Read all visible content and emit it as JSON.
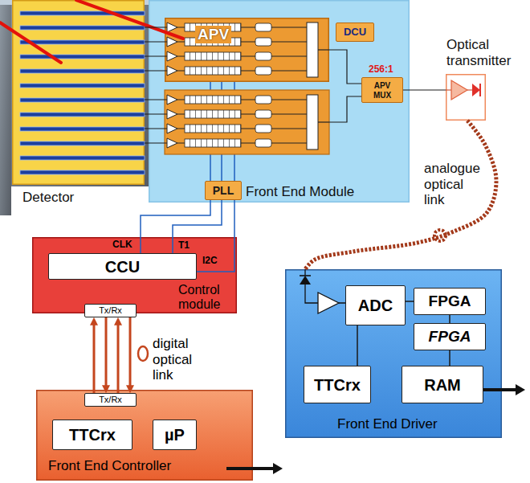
{
  "diagram": {
    "nodes": [
      {
        "text": [
          "Detector"
        ]
      },
      {
        "text": [
          "Front End Module"
        ]
      },
      {
        "text": [
          "APV"
        ],
        "in": 1
      },
      {
        "text": [
          "DCU"
        ],
        "in": 1
      },
      {
        "text": [
          "256:1",
          "APV MUX"
        ],
        "in": 1
      },
      {
        "text": [
          "PLL"
        ],
        "in": 1
      },
      {
        "text": [
          "Optical transmitter"
        ]
      },
      {
        "text": [
          "Control module"
        ]
      },
      {
        "text": [
          "CCU"
        ],
        "in": 7
      },
      {
        "text": [
          "Tx/Rx"
        ],
        "in": 7
      },
      {
        "text": [
          "Front End Driver"
        ]
      },
      {
        "text": [
          "ADC"
        ],
        "in": 10
      },
      {
        "text": [
          "FPGA"
        ],
        "in": 10
      },
      {
        "text": [
          "FPGA"
        ],
        "in": 10
      },
      {
        "text": [
          "TTCrx"
        ],
        "in": 10
      },
      {
        "text": [
          "RAM"
        ],
        "in": 10
      },
      {
        "text": [
          "Front End Controller"
        ]
      },
      {
        "text": [
          "Tx/Rx"
        ],
        "in": 16
      },
      {
        "text": [
          "TTCrx"
        ],
        "in": 16
      },
      {
        "text": [
          "µP"
        ],
        "in": 16
      }
    ],
    "edges": [
      {
        "from": 0,
        "to": 2,
        "arrow": "none"
      },
      {
        "from": 0,
        "to": 2,
        "arrow": "none"
      },
      {
        "from": 0,
        "to": 2,
        "arrow": "none"
      },
      {
        "from": 0,
        "to": 2,
        "arrow": "none"
      },
      {
        "from": 2,
        "to": 4,
        "arrow": "none"
      },
      {
        "from": 4,
        "to": 6,
        "arrow": "none"
      },
      {
        "from": 6,
        "to": 10,
        "label": "analogue optical link",
        "arrow": "none"
      },
      {
        "from": 5,
        "to": 8,
        "arrow": "none"
      },
      {
        "from": 5,
        "to": 8,
        "arrow": "none"
      },
      {
        "from": 5,
        "to": 8,
        "arrow": "none"
      },
      {
        "from": 17,
        "to": 9,
        "arrow": "to"
      },
      {
        "from": 9,
        "to": 17,
        "arrow": "to"
      },
      {
        "from": 17,
        "to": 9,
        "arrow": "to"
      },
      {
        "from": 9,
        "to": 17,
        "arrow": "to"
      },
      {
        "from": 11,
        "to": 12,
        "arrow": "none"
      },
      {
        "from": 12,
        "to": 13,
        "arrow": "none"
      },
      {
        "from": 13,
        "to": 15,
        "arrow": "none"
      },
      {
        "from": 11,
        "to": 14,
        "arrow": "none"
      }
    ],
    "labels": [
      "CLK",
      "T1",
      "I2C",
      "digital optical link"
    ]
  }
}
